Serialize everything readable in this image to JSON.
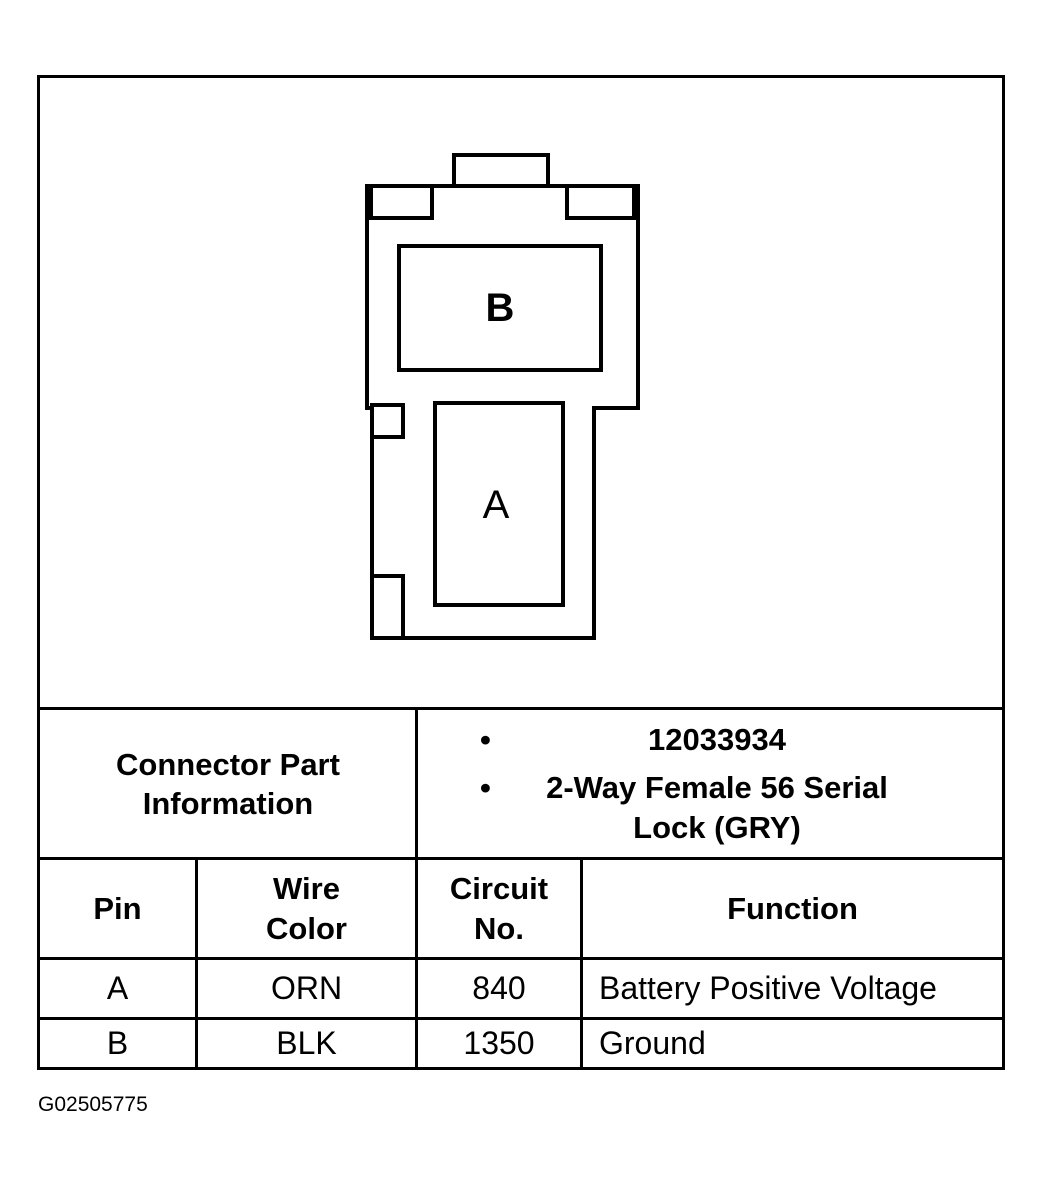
{
  "diagram": {
    "pin_labels": {
      "pin_b": "B",
      "pin_a": "A"
    }
  },
  "part_info": {
    "label": "Connector Part Information",
    "items": [
      "12033934",
      "2-Way Female 56 Serial Lock (GRY)"
    ]
  },
  "table": {
    "headers": [
      "Pin",
      "Wire Color",
      "Circuit No.",
      "Function"
    ],
    "rows": [
      [
        "A",
        "ORN",
        "840",
        "Battery Positive Voltage"
      ],
      [
        "B",
        "BLK",
        "1350",
        "Ground"
      ]
    ]
  },
  "figure_code": "G02505775"
}
